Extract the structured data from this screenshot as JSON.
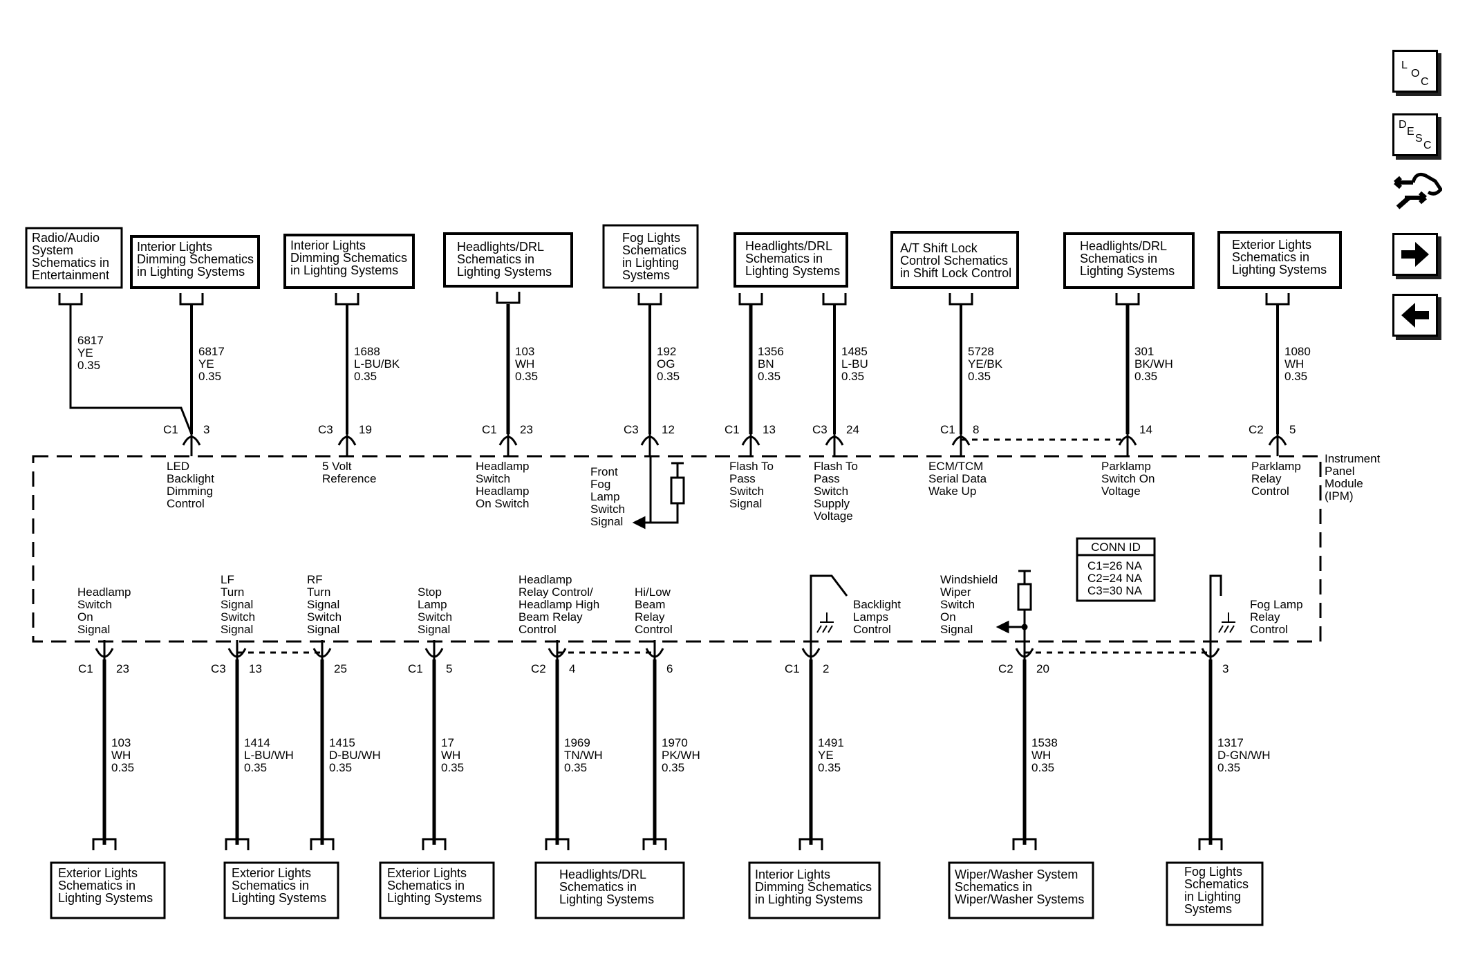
{
  "nav": {
    "loc": [
      "L",
      "O",
      "C"
    ],
    "desc": [
      "D",
      "E",
      "S",
      "C"
    ]
  },
  "module": {
    "name": [
      "Instrument",
      "Panel",
      "Module",
      "(IPM)"
    ],
    "conn_id": {
      "title": "CONN ID",
      "rows": [
        "C1=26 NA",
        "C2=24 NA",
        "C3=30 NA"
      ]
    }
  },
  "top_boxes": [
    {
      "lines": [
        "Radio/Audio",
        "System",
        "Schematics in",
        "Entertainment"
      ]
    },
    {
      "lines": [
        "Interior Lights",
        "Dimming Schematics",
        "in Lighting Systems"
      ]
    },
    {
      "lines": [
        "Interior Lights",
        "Dimming Schematics",
        "in Lighting Systems"
      ]
    },
    {
      "lines": [
        "Headlights/DRL",
        "Schematics in",
        "Lighting Systems"
      ]
    },
    {
      "lines": [
        "Fog Lights",
        "Schematics",
        "in Lighting",
        "Systems"
      ]
    },
    {
      "lines": [
        "Headlights/DRL",
        "Schematics in",
        "Lighting Systems"
      ]
    },
    {
      "lines": [
        "A/T Shift Lock",
        "Control Schematics",
        "in Shift Lock Control"
      ]
    },
    {
      "lines": [
        "Headlights/DRL",
        "Schematics in",
        "Lighting Systems"
      ]
    },
    {
      "lines": [
        "Exterior Lights",
        "Schematics in",
        "Lighting Systems"
      ]
    }
  ],
  "top_wires": [
    {
      "circuit": "6817",
      "color": "YE",
      "size": "0.35"
    },
    {
      "circuit": "6817",
      "color": "YE",
      "size": "0.35"
    },
    {
      "circuit": "1688",
      "color": "L-BU/BK",
      "size": "0.35"
    },
    {
      "circuit": "103",
      "color": "WH",
      "size": "0.35"
    },
    {
      "circuit": "192",
      "color": "OG",
      "size": "0.35"
    },
    {
      "circuit": "1356",
      "color": "BN",
      "size": "0.35"
    },
    {
      "circuit": "1485",
      "color": "L-BU",
      "size": "0.35"
    },
    {
      "circuit": "5728",
      "color": "YE/BK",
      "size": "0.35"
    },
    {
      "circuit": "301",
      "color": "BK/WH",
      "size": "0.35"
    },
    {
      "circuit": "1080",
      "color": "WH",
      "size": "0.35"
    }
  ],
  "top_pins": [
    {
      "connector": "C1",
      "pin": "3",
      "function": [
        "LED",
        "Backlight",
        "Dimming",
        "Control"
      ]
    },
    {
      "connector": "C3",
      "pin": "19",
      "function": [
        "5 Volt",
        "Reference"
      ]
    },
    {
      "connector": "C1",
      "pin": "23",
      "function": [
        "Headlamp",
        "Switch",
        "Headlamp",
        "On Switch"
      ]
    },
    {
      "connector": "C3",
      "pin": "12",
      "function": [
        "Front",
        "Fog",
        "Lamp",
        "Switch",
        "Signal"
      ]
    },
    {
      "connector": "C1",
      "pin": "13",
      "function": [
        "Flash To",
        "Pass",
        "Switch",
        "Signal"
      ]
    },
    {
      "connector": "C3",
      "pin": "24",
      "function": [
        "Flash To",
        "Pass",
        "Switch",
        "Supply",
        "Voltage"
      ]
    },
    {
      "connector": "C1",
      "pin": "8",
      "function": [
        "ECM/TCM",
        "Serial Data",
        "Wake Up"
      ]
    },
    {
      "connector": "",
      "pin": "14",
      "function": [
        "Parklamp",
        "Switch On",
        "Voltage"
      ]
    },
    {
      "connector": "C2",
      "pin": "5",
      "function": [
        "Parklamp",
        "Relay",
        "Control"
      ]
    }
  ],
  "bottom_pins": [
    {
      "connector": "C1",
      "pin": "23",
      "function": [
        "Headlamp",
        "Switch",
        "On",
        "Signal"
      ]
    },
    {
      "connector": "C3",
      "pin": "13",
      "function": [
        "LF",
        "Turn",
        "Signal",
        "Switch",
        "Signal"
      ]
    },
    {
      "connector": "",
      "pin": "25",
      "function": [
        "RF",
        "Turn",
        "Signal",
        "Switch",
        "Signal"
      ]
    },
    {
      "connector": "C1",
      "pin": "5",
      "function": [
        "Stop",
        "Lamp",
        "Switch",
        "Signal"
      ]
    },
    {
      "connector": "C2",
      "pin": "4",
      "function": [
        "Headlamp",
        "Relay Control/",
        "Headlamp High",
        "Beam Relay",
        "Control"
      ]
    },
    {
      "connector": "",
      "pin": "6",
      "function": [
        "Hi/Low",
        "Beam",
        "Relay",
        "Control"
      ]
    },
    {
      "connector": "C1",
      "pin": "2",
      "function": [
        "Backlight",
        "Lamps",
        "Control"
      ]
    },
    {
      "connector": "C2",
      "pin": "20",
      "function": [
        "Windshield",
        "Wiper",
        "Switch",
        "On",
        "Signal"
      ]
    },
    {
      "connector": "",
      "pin": "3",
      "function": [
        "Fog Lamp",
        "Relay",
        "Control"
      ]
    }
  ],
  "bottom_wires": [
    {
      "circuit": "103",
      "color": "WH",
      "size": "0.35"
    },
    {
      "circuit": "1414",
      "color": "L-BU/WH",
      "size": "0.35"
    },
    {
      "circuit": "1415",
      "color": "D-BU/WH",
      "size": "0.35"
    },
    {
      "circuit": "17",
      "color": "WH",
      "size": "0.35"
    },
    {
      "circuit": "1969",
      "color": "TN/WH",
      "size": "0.35"
    },
    {
      "circuit": "1970",
      "color": "PK/WH",
      "size": "0.35"
    },
    {
      "circuit": "1491",
      "color": "YE",
      "size": "0.35"
    },
    {
      "circuit": "1538",
      "color": "WH",
      "size": "0.35"
    },
    {
      "circuit": "1317",
      "color": "D-GN/WH",
      "size": "0.35"
    }
  ],
  "bottom_boxes": [
    {
      "lines": [
        "Exterior Lights",
        "Schematics in",
        "Lighting Systems"
      ]
    },
    {
      "lines": [
        "Exterior Lights",
        "Schematics in",
        "Lighting Systems"
      ]
    },
    {
      "lines": [
        "Exterior Lights",
        "Schematics in",
        "Lighting Systems"
      ]
    },
    {
      "lines": [
        "Headlights/DRL",
        "Schematics in",
        "Lighting Systems"
      ]
    },
    {
      "lines": [
        "Interior Lights",
        "Dimming Schematics",
        "in Lighting Systems"
      ]
    },
    {
      "lines": [
        "Wiper/Washer System",
        "Schematics in",
        "Wiper/Washer Systems"
      ]
    },
    {
      "lines": [
        "Fog Lights",
        "Schematics",
        "in Lighting",
        "Systems"
      ]
    }
  ]
}
